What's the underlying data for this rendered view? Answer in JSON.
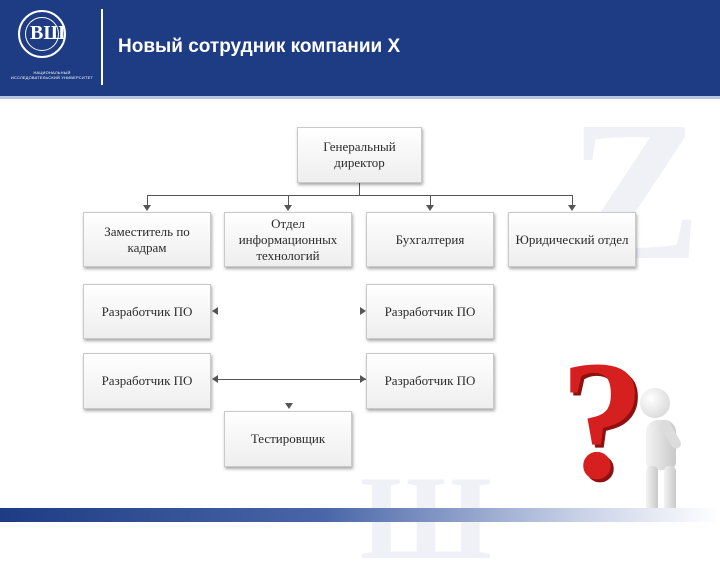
{
  "header": {
    "title": "Новый сотрудник компании X",
    "logo_caption": "НАЦИОНАЛЬНЫЙ ИССЛЕДОВАТЕЛЬСКИЙ УНИВЕРСИТЕТ"
  },
  "diagram": {
    "nodes": {
      "ceo": "Генеральный директор",
      "hr_deputy": "Заместитель по кадрам",
      "it_dept": "Отдел информационных технологий",
      "accounting": "Бухгалтерия",
      "legal": "Юридический отдел",
      "dev1": "Разработчик ПО",
      "dev2": "Разработчик ПО",
      "dev3": "Разработчик ПО",
      "dev4": "Разработчик ПО",
      "tester": "Тестировщик"
    }
  },
  "colors": {
    "header_bg": "#1e3c84",
    "accent_red": "#d62020"
  },
  "icons": {
    "logo": "hse-logo-icon",
    "illustration": "question-mark-figure-icon"
  }
}
